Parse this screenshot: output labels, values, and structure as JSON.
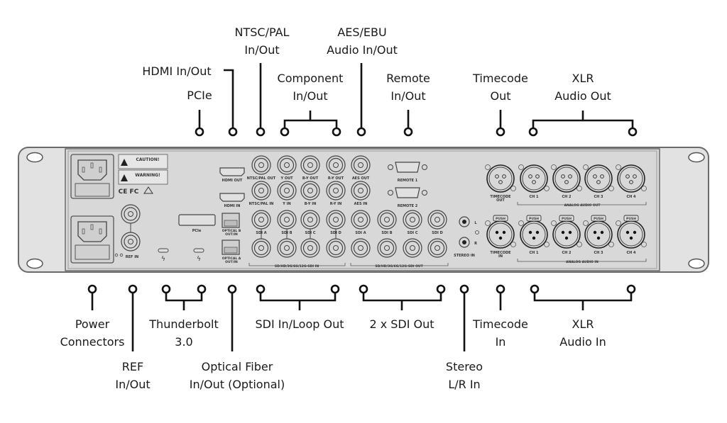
{
  "diagram": {
    "title": "Rear panel connector diagram",
    "colors": {
      "chassis": "#e2e2e2",
      "chassis_edge": "#6b6b6b",
      "panel": "#dadada",
      "line": "#111111",
      "text": "#1a1a1a"
    },
    "callouts_top": [
      {
        "id": "pcie",
        "lines": [
          "PCIe"
        ]
      },
      {
        "id": "hdmi",
        "lines": [
          "HDMI In/Out"
        ]
      },
      {
        "id": "ntsc-pal",
        "lines": [
          "NTSC/PAL",
          "In/Out"
        ]
      },
      {
        "id": "component",
        "lines": [
          "Component",
          "In/Out"
        ]
      },
      {
        "id": "aes-ebu",
        "lines": [
          "AES/EBU",
          "Audio In/Out"
        ]
      },
      {
        "id": "remote",
        "lines": [
          "Remote",
          "In/Out"
        ]
      },
      {
        "id": "timecode-out",
        "lines": [
          "Timecode",
          "Out"
        ]
      },
      {
        "id": "xlr-out",
        "lines": [
          "XLR",
          "Audio Out"
        ]
      }
    ],
    "callouts_bottom": [
      {
        "id": "power",
        "lines": [
          "Power",
          "Connectors"
        ]
      },
      {
        "id": "ref",
        "lines": [
          "REF",
          "In/Out"
        ]
      },
      {
        "id": "thunderbolt",
        "lines": [
          "Thunderbolt",
          "3.0"
        ]
      },
      {
        "id": "optical",
        "lines": [
          "Optical Fiber",
          "In/Out (Optional)"
        ]
      },
      {
        "id": "sdi-in-loop",
        "lines": [
          "SDI In/Loop Out"
        ]
      },
      {
        "id": "sdi-out",
        "lines": [
          "2 x SDI Out"
        ]
      },
      {
        "id": "stereo",
        "lines": [
          "Stereo",
          "L/R In"
        ]
      },
      {
        "id": "timecode-in",
        "lines": [
          "Timecode",
          "In"
        ]
      },
      {
        "id": "xlr-in",
        "lines": [
          "XLR",
          "Audio In"
        ]
      }
    ],
    "panel_labels": {
      "caution_title": "CAUTION!",
      "warning_title": "WARNING!",
      "cert_marks": "CE FC",
      "hdmi_out": "HDMI OUT",
      "hdmi_in": "HDMI IN",
      "pcie": "PCIe",
      "optical_b": [
        "OPTICAL B",
        "OUT/IN"
      ],
      "optical_a": [
        "OPTICAL A",
        "OUT/IN"
      ],
      "ref_in": "REF IN",
      "bnc_top_row": [
        "NTSC/PAL OUT",
        "Y OUT",
        "B-Y OUT",
        "R-Y OUT",
        "AES OUT"
      ],
      "bnc_mid_row": [
        "NTSC/PAL IN",
        "Y IN",
        "B-Y IN",
        "R-Y IN",
        "AES IN"
      ],
      "sdi_in_labels": [
        "SDI A",
        "SDI B",
        "SDI C",
        "SDI D"
      ],
      "sdi_out_labels": [
        "SDI A",
        "SDI B",
        "SDI C",
        "SDI D"
      ],
      "sdi_in_group": "SD/HD/3G/6G/12G-SDI IN",
      "sdi_out_group": "SD/HD/3G/6G/12G-SDI OUT",
      "remote_1": "REMOTE 1",
      "remote_2": "REMOTE 2",
      "stereo_l": "L",
      "stereo_r": "R",
      "stereo_in": "STEREO IN",
      "timecode_out": [
        "TIMECODE",
        "OUT"
      ],
      "timecode_in": [
        "TIMECODE",
        "IN"
      ],
      "audio_channels": [
        "CH 1",
        "CH 2",
        "CH 3",
        "CH 4"
      ],
      "analog_audio_out": "ANALOG AUDIO OUT",
      "analog_audio_in": "ANALOG AUDIO IN",
      "push": "PUSH"
    }
  }
}
